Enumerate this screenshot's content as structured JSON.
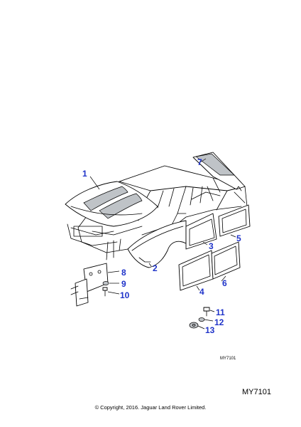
{
  "diagram": {
    "callouts": [
      {
        "id": "c1",
        "label": "1"
      },
      {
        "id": "c2",
        "label": "2"
      },
      {
        "id": "c3",
        "label": "3"
      },
      {
        "id": "c4",
        "label": "4"
      },
      {
        "id": "c5",
        "label": "5"
      },
      {
        "id": "c6",
        "label": "6"
      },
      {
        "id": "c7",
        "label": "7"
      },
      {
        "id": "c8",
        "label": "8"
      },
      {
        "id": "c9",
        "label": "9"
      },
      {
        "id": "c10",
        "label": "10"
      },
      {
        "id": "c11",
        "label": "11"
      },
      {
        "id": "c12",
        "label": "12"
      },
      {
        "id": "c13",
        "label": "13"
      }
    ],
    "inner_id": "MY7101",
    "accent_color": "#1f33c9"
  },
  "footer": {
    "ref_code": "MY7101",
    "copyright": "© Copyright, 2016. Jaguar Land Rover Limited."
  }
}
